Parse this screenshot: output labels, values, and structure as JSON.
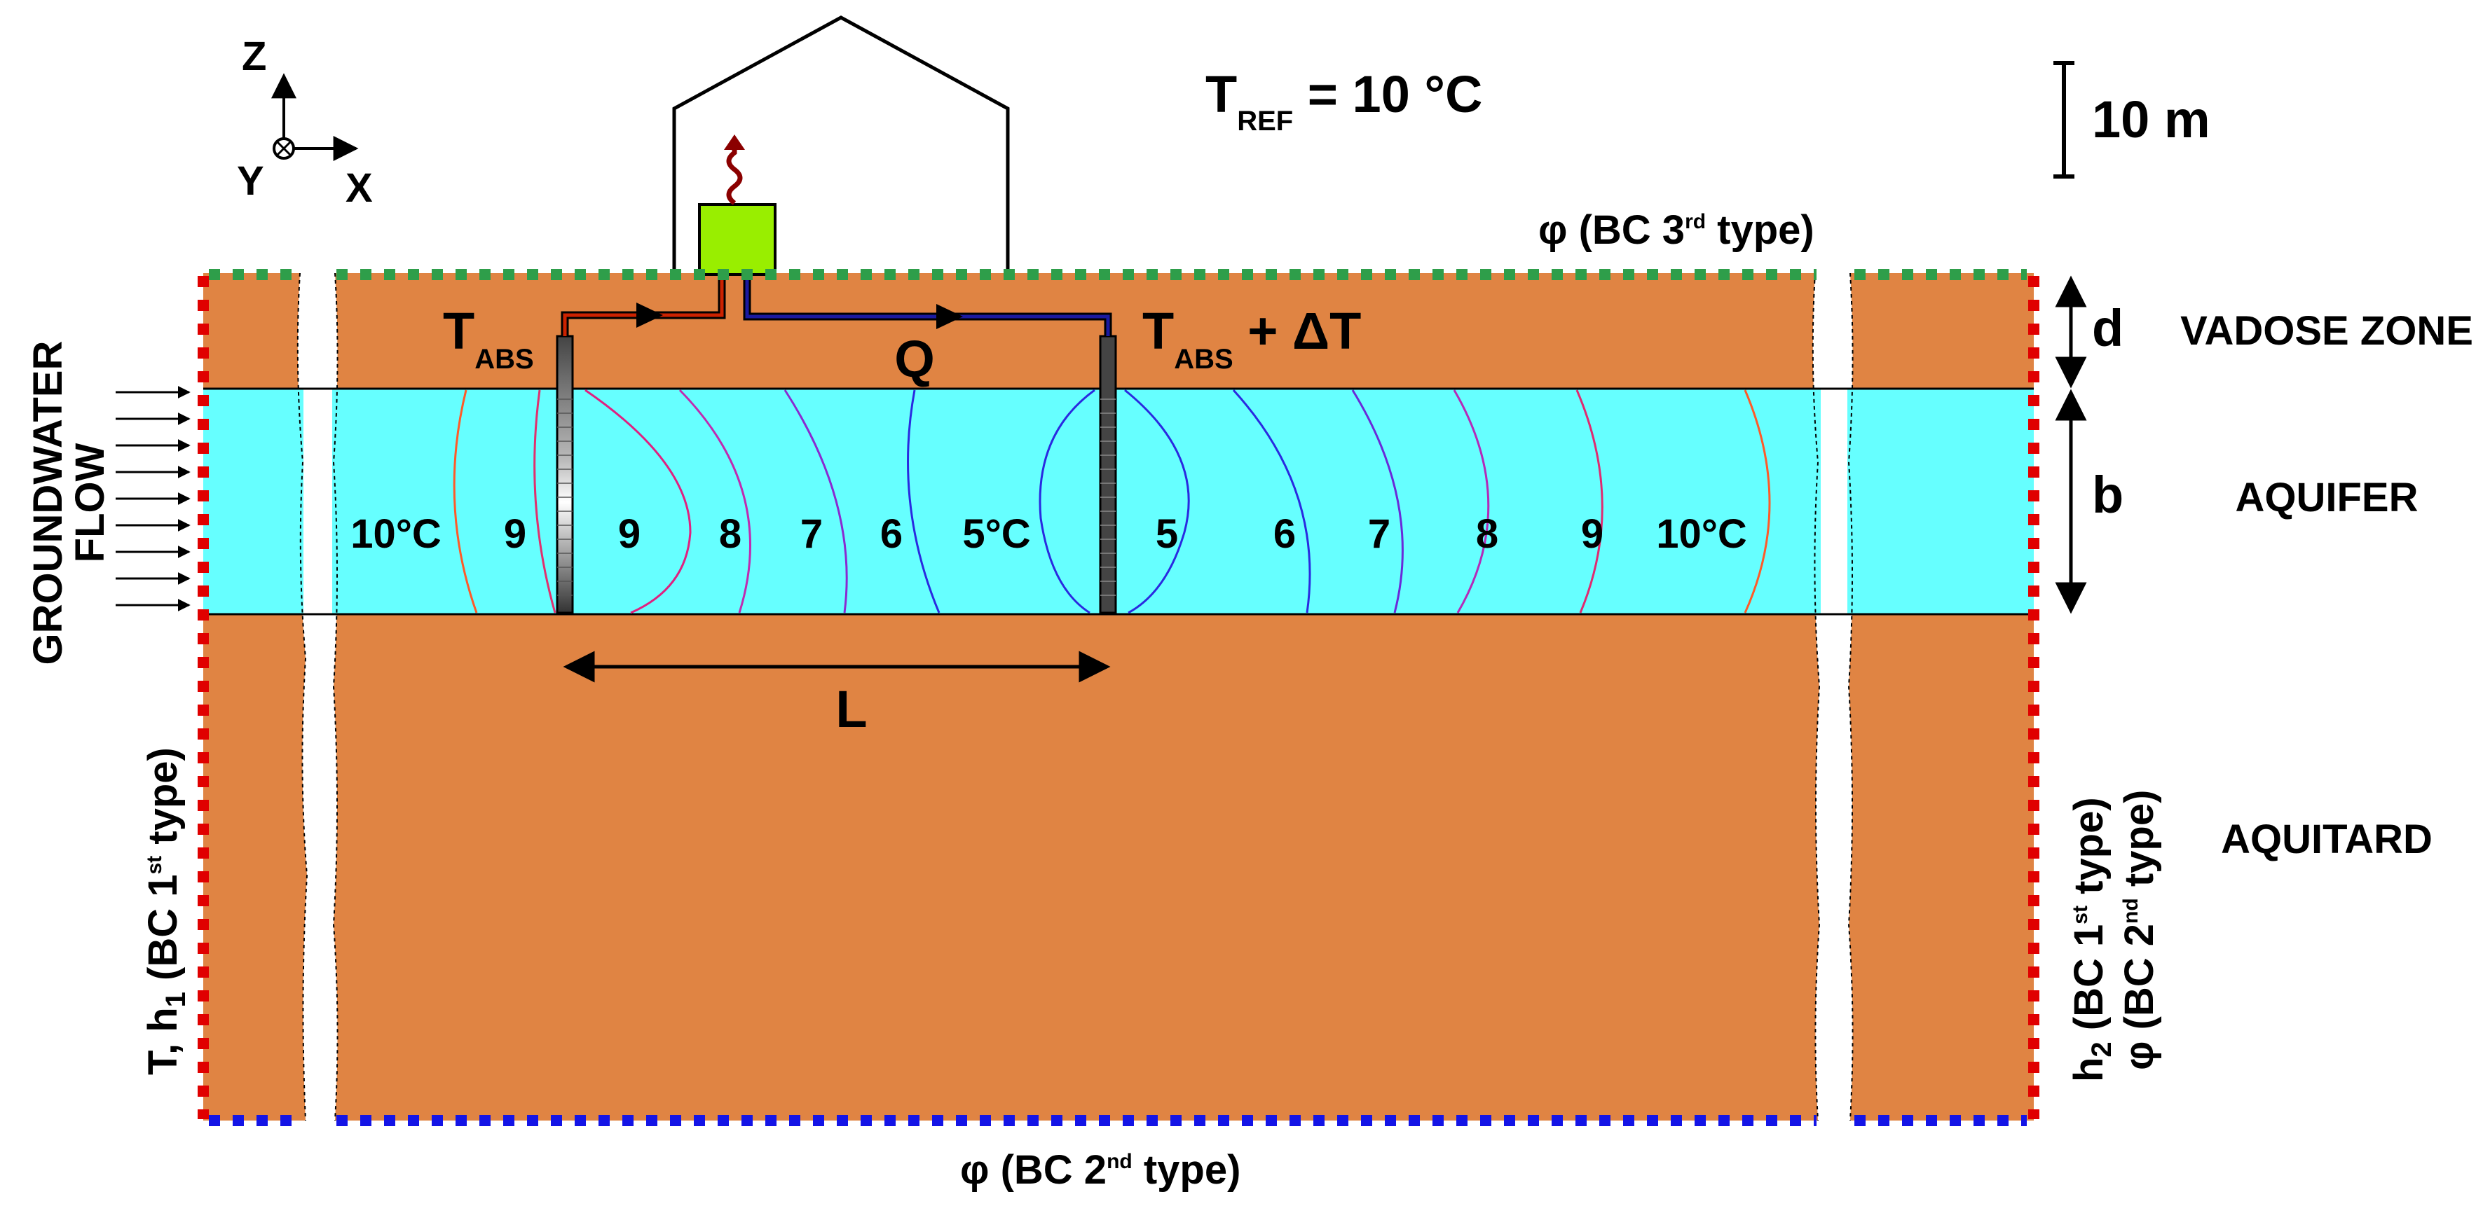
{
  "axes": {
    "z": "Z",
    "y": "Y",
    "x": "X"
  },
  "t_ref": {
    "main": "T",
    "sub": "REF",
    "rest": " = 10 °C"
  },
  "scale_bar": {
    "label": "10 m"
  },
  "top_bc": {
    "pre": "φ (BC 3",
    "sup": "rd",
    "post": " type)"
  },
  "bottom_bc": {
    "pre": "φ (BC 2",
    "sup": "nd",
    "post": " type)"
  },
  "left_bc": {
    "pre": "T, h",
    "sub": "1",
    "mid": " (BC 1",
    "sup": "st",
    "post": " type)"
  },
  "right_bc_1": {
    "pre": "h",
    "sub": "2",
    "mid": " (BC 1",
    "sup": "st",
    "post": " type)"
  },
  "right_bc_2": {
    "pre": "φ (BC 2",
    "sup": "nd",
    "post": " type)"
  },
  "groundwater": {
    "line1": "GROUNDWATER",
    "line2": "FLOW"
  },
  "zones": {
    "vadose": "VADOSE ZONE",
    "aquifer": "AQUIFER",
    "aquitard": "AQUITARD"
  },
  "dims": {
    "d": "d",
    "b": "b",
    "L": "L"
  },
  "well_labels": {
    "abs_main": "T",
    "abs_sub": "ABS",
    "inj_main": "T",
    "inj_sub": "ABS",
    "inj_rest": " + ΔT",
    "flow": "Q"
  },
  "isotherm_labels": [
    "10°C",
    "9",
    "9",
    "8",
    "7",
    "6",
    "5°C",
    "5",
    "6",
    "7",
    "8",
    "9",
    "10°C"
  ],
  "colors": {
    "soil": "#e08443",
    "aquifer": "#66ffff",
    "bc1": "#e00000",
    "bc2": "#1414e6",
    "bc3": "#2e9e4a",
    "heat_pump": "#99ee00",
    "hot_pipe": "#cc2200",
    "cold_pipe": "#1a1aa0"
  }
}
